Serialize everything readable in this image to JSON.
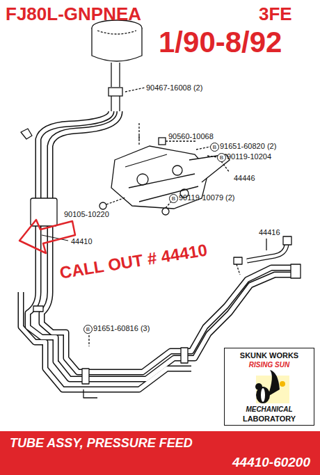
{
  "diagram": {
    "title": "FJ80L-GNPNEA",
    "nodes": [
      {
        "text": [
          "SKUNK WORKS",
          "RISING SUN",
          "MECHANICAL",
          "LABORATORY"
        ]
      },
      {
        "text": [
          "TUBE ASSY, PRESSURE FEED",
          "44410-60200"
        ]
      }
    ],
    "labels": [
      "3FE",
      "1/90-8/92",
      "90467-16008 (2)",
      "90560-10068",
      "B",
      "91651-60820 (2)",
      "B",
      "90119-10204",
      "44446",
      "90105-10220",
      "B",
      "90119-10079 (2)",
      "44410",
      "CALL OUT # 44410",
      "44416",
      "B",
      "91651-60816 (3)"
    ]
  }
}
